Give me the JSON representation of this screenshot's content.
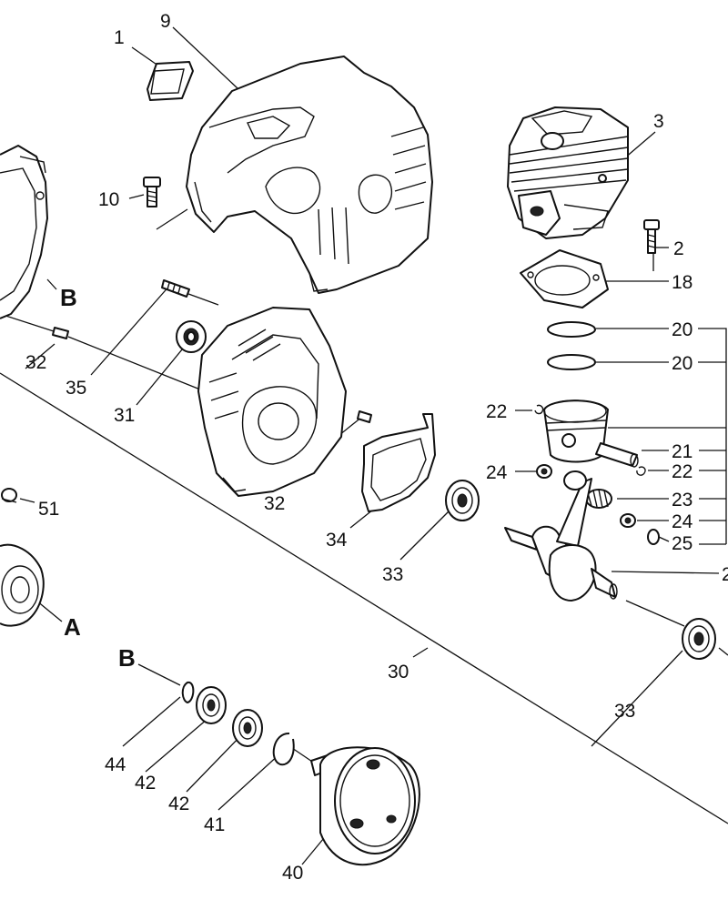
{
  "callouts": [
    {
      "id": "c1",
      "text": "1"
    },
    {
      "id": "c9",
      "text": "9"
    },
    {
      "id": "c3",
      "text": "3"
    },
    {
      "id": "c10",
      "text": "10"
    },
    {
      "id": "c2",
      "text": "2"
    },
    {
      "id": "c18",
      "text": "18"
    },
    {
      "id": "c20a",
      "text": "20"
    },
    {
      "id": "c20b",
      "text": "20"
    },
    {
      "id": "c22a",
      "text": "22"
    },
    {
      "id": "c21",
      "text": "21"
    },
    {
      "id": "c22b",
      "text": "22"
    },
    {
      "id": "c24a",
      "text": "24"
    },
    {
      "id": "c23",
      "text": "23"
    },
    {
      "id": "c24b",
      "text": "24"
    },
    {
      "id": "c25",
      "text": "25"
    },
    {
      "id": "c26",
      "text": "2"
    },
    {
      "id": "cB1",
      "text": "B"
    },
    {
      "id": "c32a",
      "text": "32"
    },
    {
      "id": "c35",
      "text": "35"
    },
    {
      "id": "c31",
      "text": "31"
    },
    {
      "id": "c32b",
      "text": "32"
    },
    {
      "id": "c34",
      "text": "34"
    },
    {
      "id": "c33a",
      "text": "33"
    },
    {
      "id": "c51",
      "text": "51"
    },
    {
      "id": "cA",
      "text": "A"
    },
    {
      "id": "c30",
      "text": "30"
    },
    {
      "id": "cB2",
      "text": "B"
    },
    {
      "id": "c33b",
      "text": "33"
    },
    {
      "id": "c44",
      "text": "44"
    },
    {
      "id": "c42a",
      "text": "42"
    },
    {
      "id": "c42b",
      "text": "42"
    },
    {
      "id": "c41",
      "text": "41"
    },
    {
      "id": "c40",
      "text": "40"
    }
  ]
}
